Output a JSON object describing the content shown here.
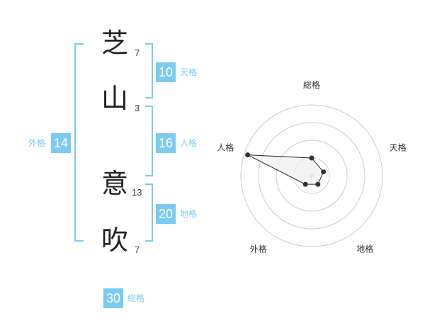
{
  "name_chars": [
    {
      "char": "芝",
      "strokes": "7"
    },
    {
      "char": "山",
      "strokes": "3"
    },
    {
      "char": "意",
      "strokes": "13"
    },
    {
      "char": "吹",
      "strokes": "7"
    }
  ],
  "kaku": {
    "tenkaku": {
      "value": "10",
      "label": "天格"
    },
    "jinkaku": {
      "value": "16",
      "label": "人格"
    },
    "chikaku": {
      "value": "20",
      "label": "地格"
    },
    "gaikaku": {
      "value": "14",
      "label": "外格"
    },
    "soukaku": {
      "value": "30",
      "label": "総格"
    }
  },
  "radar": {
    "axes": [
      "総格",
      "天格",
      "地格",
      "外格",
      "人格"
    ],
    "levels": 4,
    "values": [
      1.0,
      0.7,
      0.6,
      0.6,
      3.8
    ],
    "max": 4,
    "fill_color": "#eeeeee",
    "line_color": "#222222",
    "ring_color": "#cccccc"
  }
}
